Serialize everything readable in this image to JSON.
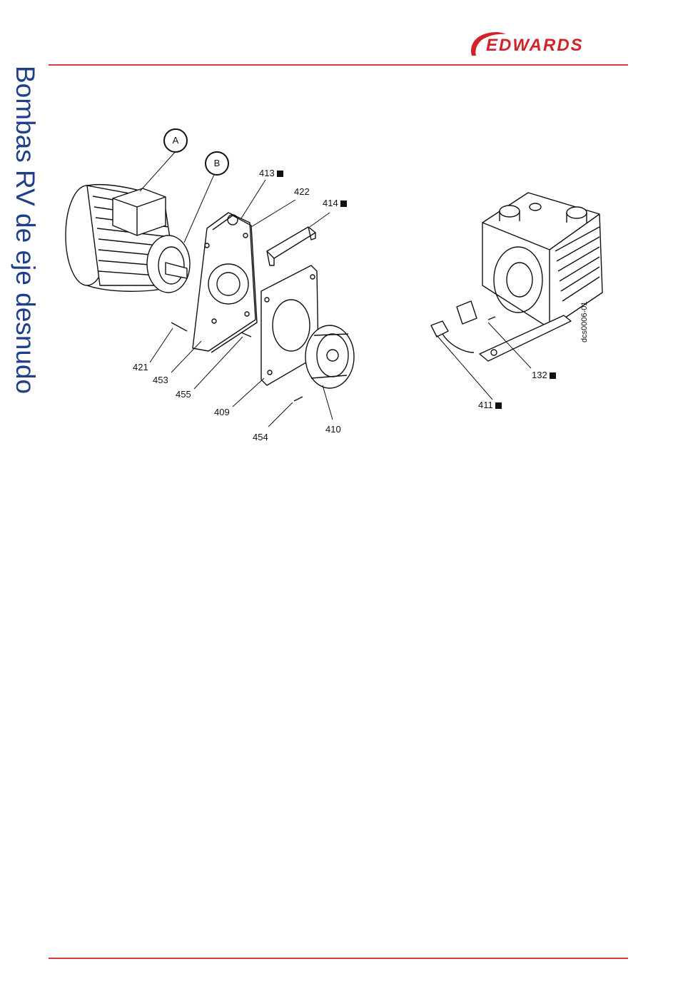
{
  "page": {
    "side_title": "Bombas RV de eje desnudo",
    "brand": "EDWARDS",
    "accent_color": "#d2232a",
    "title_color": "#1f3e8c"
  },
  "figure": {
    "labels": {
      "a": "A",
      "b": "B",
      "p413": "413",
      "p422": "422",
      "p414": "414",
      "p421": "421",
      "p453": "453",
      "p455": "455",
      "p409": "409",
      "p454": "454",
      "p410": "410",
      "p132": "132",
      "p411": "411"
    },
    "drawing_code": "dcs0006-01"
  }
}
